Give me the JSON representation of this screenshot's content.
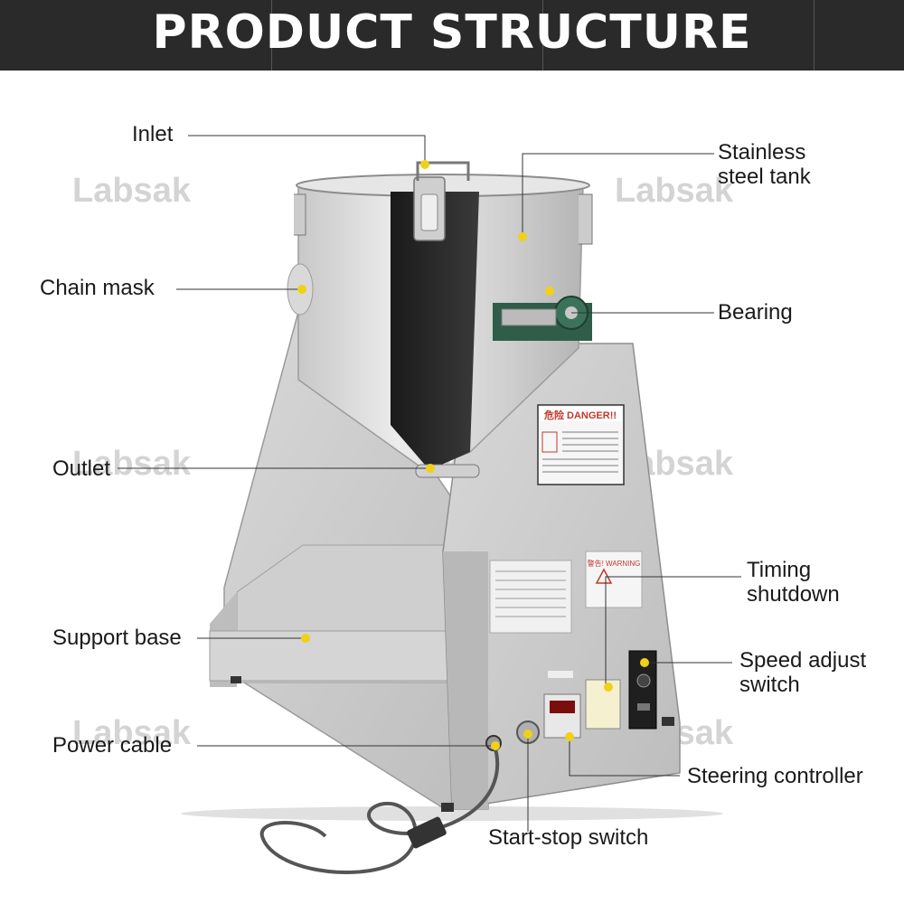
{
  "header": {
    "title": "PRODUCT STRUCTURE"
  },
  "watermark": {
    "text": "Labsak"
  },
  "colors": {
    "header_bg": "#2a2a2a",
    "marker": "#f2d019",
    "leader": "#333333"
  },
  "machine": {
    "danger_sign": "危险 DANGER!!",
    "warning_sign": "警告! WARNING"
  },
  "callouts": {
    "inlet": "Inlet",
    "tank_line1": "Stainless",
    "tank_line2": "steel tank",
    "chain_mask": "Chain mask",
    "bearing": "Bearing",
    "outlet": "Outlet",
    "timing_line1": "Timing",
    "timing_line2": "shutdown",
    "support_base": "Support base",
    "speed_line1": "Speed adjust",
    "speed_line2": "switch",
    "power_cable": "Power cable",
    "steering": "Steering controller",
    "start_stop": "Start-stop switch"
  }
}
